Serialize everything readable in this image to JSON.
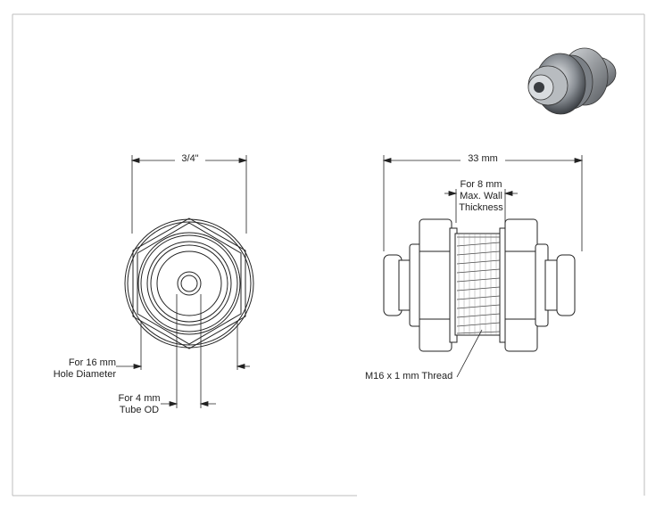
{
  "drawing": {
    "front_view": {
      "overall_width": "3/4\"",
      "hole_label": [
        "For 16 mm",
        "Hole Diameter"
      ],
      "tube_label": [
        "For 4 mm",
        "Tube OD"
      ]
    },
    "side_view": {
      "overall_length": "33 mm",
      "wall_label": [
        "For 8 mm",
        "Max. Wall",
        "Thickness"
      ],
      "thread_label": "M16 x 1 mm Thread"
    }
  },
  "colors": {
    "line": "#222222",
    "frame": "#bdbdbd",
    "shade": "#6f7378"
  }
}
